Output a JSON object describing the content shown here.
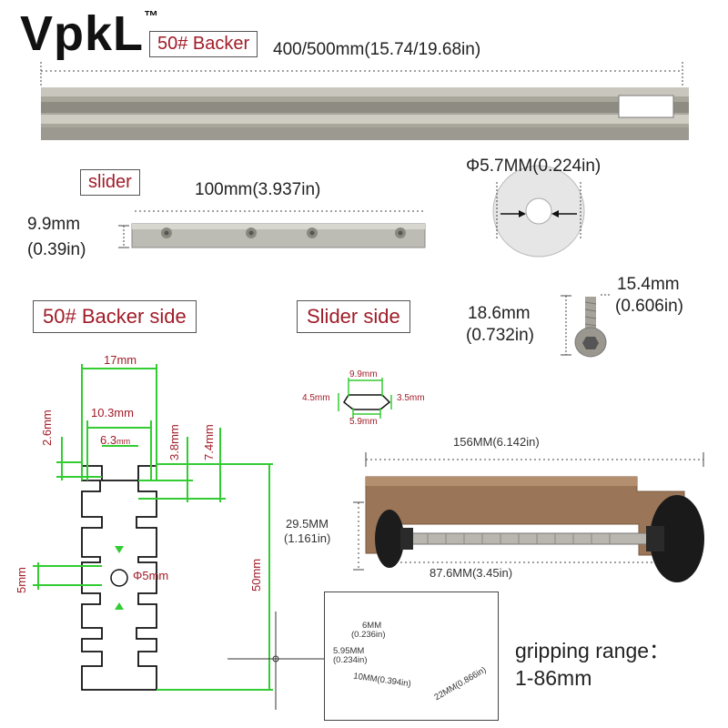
{
  "brand": {
    "name": "VpkL",
    "trademark": "™"
  },
  "backer": {
    "tag": "50# Backer",
    "length": "400/500mm(15.74/19.68in)"
  },
  "slider": {
    "tag": "slider",
    "length": "100mm(3.937in)",
    "height_mm": "9.9mm",
    "height_in": "(0.39in)"
  },
  "washer": {
    "hole": "Φ5.7MM(0.224in)"
  },
  "screw": {
    "head_mm": "15.4mm",
    "head_in": "(0.606in)",
    "length_mm": "18.6mm",
    "length_in": "(0.732in)"
  },
  "sections": {
    "backer_side": "50# Backer side",
    "slider_side": "Slider side"
  },
  "profile": {
    "w17": "17mm",
    "w10_3": "10.3mm",
    "w6_3": "6.3",
    "w6_3_unit": "mm",
    "h2_6": "2.6mm",
    "h3_8": "3.8mm",
    "h7_4": "7.4mm",
    "h5": "5mm",
    "hole": "Φ5mm",
    "h50": "50mm"
  },
  "slider_profile": {
    "top": "9.9mm",
    "left": "4.5mm",
    "right": "3.5mm",
    "bottom": "5.9mm"
  },
  "clamp": {
    "width": "156MM(6.142in)",
    "height_mm": "29.5MM",
    "height_in": "(1.161in)",
    "screw_len": "87.6MM(3.45in)"
  },
  "inset": {
    "d1": "6MM",
    "d1_in": "(0.236in)",
    "d2": "5.95MM",
    "d2_in": "(0.234in)",
    "d3": "10MM(0.394in)",
    "d4": "22MM(0.866in)"
  },
  "grip": {
    "label": "gripping range：",
    "range": "1-86mm"
  },
  "colors": {
    "accent_red": "#a01c28",
    "dim_green": "#33cc33",
    "clamp_bronze": "#9a7558",
    "aluminum": "#b3b1a6"
  }
}
